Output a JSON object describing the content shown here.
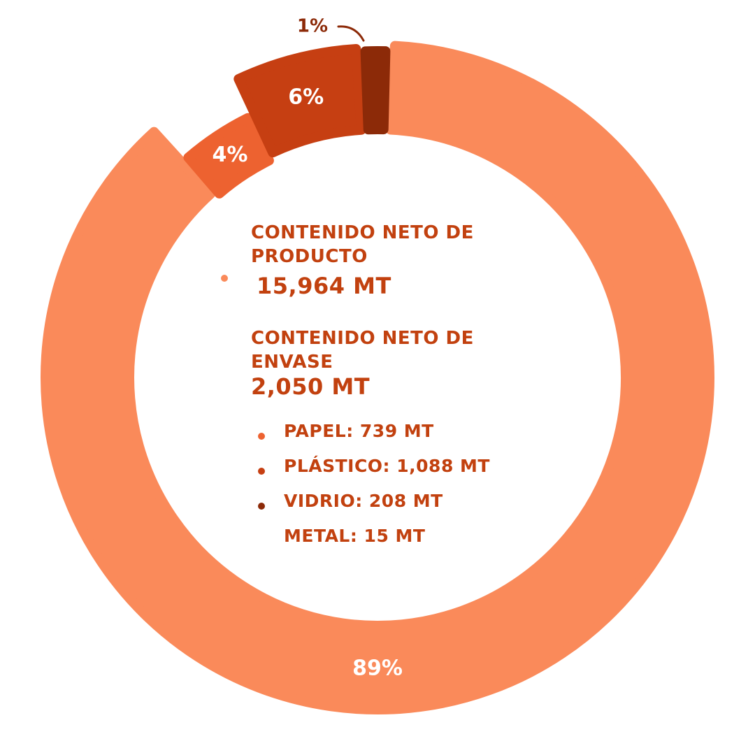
{
  "chart_data": {
    "type": "pie",
    "subtype": "donut",
    "slices": [
      {
        "label": "89%",
        "value": 89,
        "color": "#fa8a5a"
      },
      {
        "label": "4%",
        "value": 4,
        "color": "#ed6230"
      },
      {
        "label": "6%",
        "value": 6,
        "color": "#c63f12"
      },
      {
        "label": "1%",
        "value": 1,
        "color": "#8c2a08"
      }
    ]
  },
  "center": {
    "producto_title": "CONTENIDO NETO DE PRODUCTO",
    "producto_value": "15,964 MT",
    "envase_title": "CONTENIDO NETO DE ENVASE",
    "envase_value": "2,050 MT",
    "items": [
      {
        "text": "PAPEL: 739 MT",
        "color": "#ed6230"
      },
      {
        "text": "PLÁSTICO: 1,088 MT",
        "color": "#c63f12"
      },
      {
        "text": "VIDRIO: 208 MT",
        "color": "#8c2a08"
      },
      {
        "text": "METAL: 15 MT"
      }
    ],
    "producto_dot_color": "#fa8a5a"
  }
}
